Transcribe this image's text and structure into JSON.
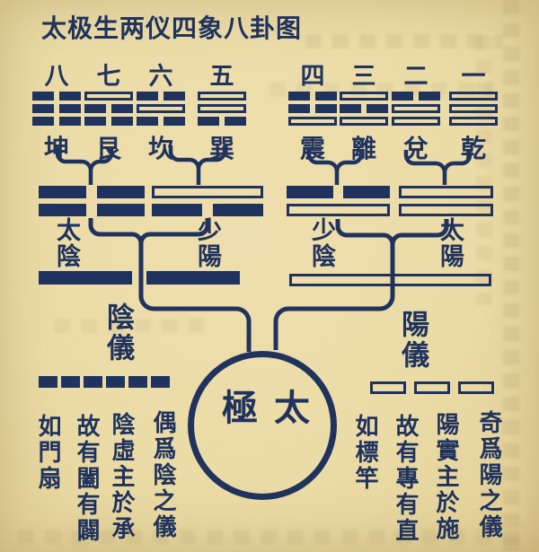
{
  "colors": {
    "ink": "#20335e",
    "paper": "#ebdba6"
  },
  "title": "太极生两仪四象八卦图",
  "trigrams": [
    {
      "number": "八",
      "name": "坤",
      "lines": [
        "yin",
        "yin",
        "yin"
      ]
    },
    {
      "number": "七",
      "name": "艮",
      "lines": [
        "yang",
        "yin",
        "yin"
      ]
    },
    {
      "number": "六",
      "name": "坎",
      "lines": [
        "yin",
        "yang",
        "yin"
      ]
    },
    {
      "number": "五",
      "name": "巽",
      "lines": [
        "yang",
        "yang",
        "yin"
      ]
    },
    {
      "number": "四",
      "name": "震",
      "lines": [
        "yin",
        "yin",
        "yang"
      ]
    },
    {
      "number": "三",
      "name": "離",
      "lines": [
        "yang",
        "yin",
        "yang"
      ]
    },
    {
      "number": "二",
      "name": "兌",
      "lines": [
        "yin",
        "yang",
        "yang"
      ]
    },
    {
      "number": "一",
      "name": "乾",
      "lines": [
        "yang",
        "yang",
        "yang"
      ]
    }
  ],
  "four_images": [
    {
      "name": "太陰",
      "lines": [
        "yin",
        "yin"
      ]
    },
    {
      "name": "少陽",
      "lines": [
        "yang",
        "yin"
      ]
    },
    {
      "name": "少陰",
      "lines": [
        "yin",
        "yang"
      ]
    },
    {
      "name": "太陽",
      "lines": [
        "yang",
        "yang"
      ]
    }
  ],
  "two_forms": {
    "yin": {
      "label": "陰儀",
      "line": "broken"
    },
    "yang": {
      "label": "陽儀",
      "line": "solid"
    }
  },
  "marks": {
    "yin_dash_count": 6,
    "yang_dash_count": 3
  },
  "taiji": {
    "label": "太極"
  },
  "annotations": {
    "yin_side": [
      "偶爲陰之儀",
      "陰虛主於承",
      "故有闔有闢",
      "如門扇"
    ],
    "yang_side": [
      "奇爲陽之儀",
      "陽實主於施",
      "故有專有直",
      "如標竿"
    ]
  }
}
